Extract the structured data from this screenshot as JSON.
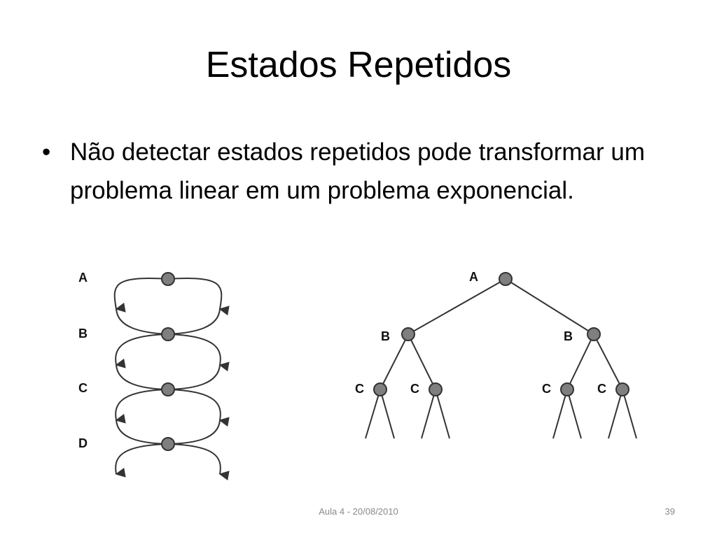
{
  "slide": {
    "title": "Estados Repetidos",
    "bullets": [
      {
        "marker": "•",
        "text": "Não detectar estados repetidos pode transformar um problema linear em um problema exponencial."
      }
    ]
  },
  "diagrams": {
    "chain": {
      "labels": [
        "A",
        "B",
        "C",
        "D"
      ]
    },
    "tree": {
      "root": "A",
      "level1": [
        "B",
        "B"
      ],
      "level2": [
        "C",
        "C",
        "C",
        "C"
      ]
    }
  },
  "colors": {
    "node_fill": "#7f7f7f",
    "node_stroke": "#333333",
    "line": "#333333"
  },
  "footer": {
    "date": "Aula 4 - 20/08/2010",
    "page": "39"
  }
}
